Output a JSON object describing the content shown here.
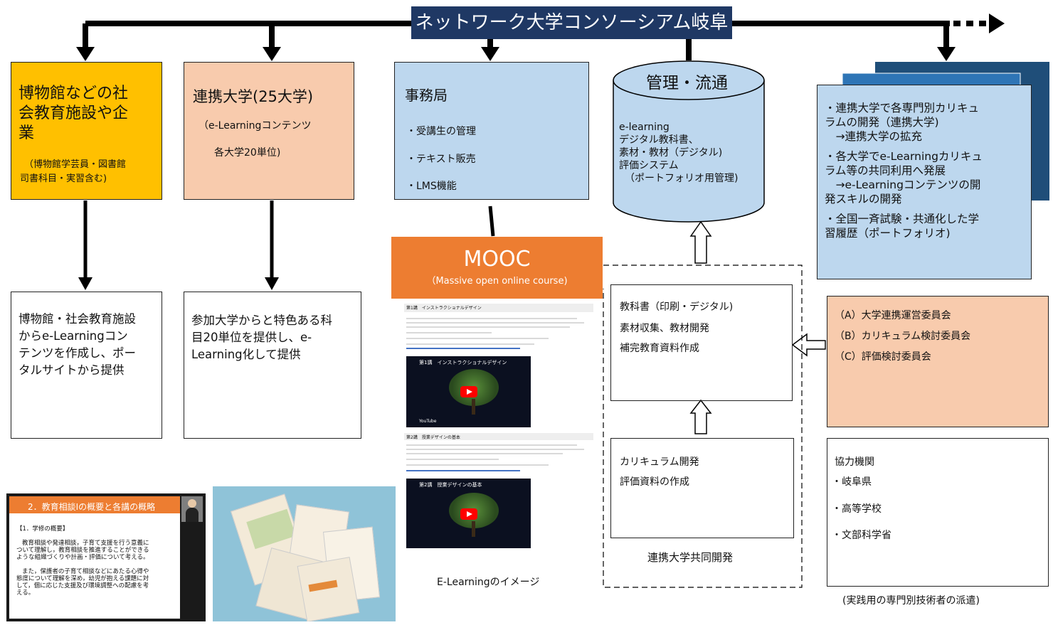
{
  "header": {
    "title": "ネットワーク大学コンソーシアム岐阜"
  },
  "museum": {
    "title_lines": [
      "博物館などの社",
      "会教育施設や企",
      "業"
    ],
    "note_lines": [
      "（博物館学芸員・図書館",
      "司書科目・実習含む)"
    ]
  },
  "partner": {
    "title": "連携大学(25大学)",
    "lines": [
      "（e-Learningコンテンツ",
      "各大学20単位)"
    ]
  },
  "office": {
    "title": "事務局",
    "items": [
      "・受講生の管理",
      "・テキスト販売",
      "・LMS機能"
    ]
  },
  "management": {
    "title": "管理・流通",
    "lines": [
      "e-learning",
      "デジタル教科書、",
      "素材・教材（デジタル)",
      "評価システム",
      "（ポートフォリオ用管理)"
    ]
  },
  "plans": {
    "lines": [
      "・連携大学で各専門別カリキュ",
      "ラムの開発（連携大学)",
      "　→連携大学の拡充",
      "・各大学でe-Learningカリキュ",
      "ラム等の共同利用へ発展",
      "　→e-Learningコンテンツの開",
      "発スキルの開発",
      "・全国一斉試験・共通化した学",
      "習履歴（ポートフォリオ)"
    ]
  },
  "mooc": {
    "title": "MOOC",
    "subtitle": "（Massive open online course)"
  },
  "museum_provide": {
    "lines": [
      "博物館・社会教育施設",
      "からe-Learningコン",
      "テンツを作成し、ポー",
      "タルサイトから提供"
    ]
  },
  "partner_provide": {
    "lines": [
      "参加大学からと特色ある科",
      "目20単位を提供し、e-",
      "Learning化して提供"
    ]
  },
  "textbook": {
    "items": [
      "教科書（印刷・デジタル)",
      "素材収集、教材開発",
      "補完教育資料作成"
    ]
  },
  "curriculum": {
    "items": [
      "カリキュラム開発",
      "評価資料の作成"
    ]
  },
  "joint_dev": {
    "label": "連携大学共同開発"
  },
  "committees": {
    "items": [
      "（A）大学連携運営委員会",
      "（B）カリキュラム検討委員会",
      "（C）評価検討委員会"
    ]
  },
  "cooperation": {
    "title": "協力機関",
    "items": [
      "・岐阜県",
      "・高等学校",
      "・文部科学省"
    ]
  },
  "dispatch": {
    "label": "(実践用の専門別技術者の派遣)"
  },
  "elearning": {
    "caption": "E-Learningのイメージ",
    "section1": "第1講　インストラクショナルデザイン",
    "video1": "第1講　インストラクショナルデザイン",
    "section2": "第2講　授業デザインの基本",
    "video2": "第2講　授業デザインの基本",
    "youtube": "YouTube"
  },
  "lecture": {
    "title": "2．教育相談Ⅰの概要と各講の概略",
    "heading": "【1．学修の概要】",
    "para1": [
      "教育相談や発達相談，子育て支援を行う意義に",
      "ついて理解し，教育相談を推進することができる",
      "ような組織づくりや計画・評価について考える。"
    ],
    "para2": [
      "また，保護者の子育て相談などにあたる心得や",
      "態度について理解を深め，幼児が抱える課題に対",
      "して，個に応じた支援及び環境調整への配慮を考",
      "える。"
    ]
  },
  "colors": {
    "navy": "#1f3864",
    "orange": "#ed7d31",
    "blue": "#bdd7ee",
    "peach": "#f8cbad",
    "gold": "#ffc000"
  }
}
